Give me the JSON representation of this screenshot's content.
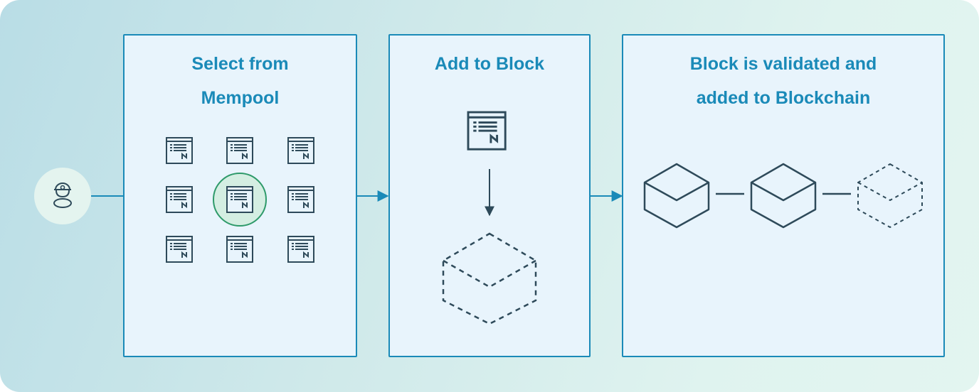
{
  "colors": {
    "accent": "#1a8ab8",
    "icon_stroke": "#2e4a5a",
    "highlight": "#2e9a6a",
    "panel_fill": "#e8f4fc"
  },
  "user": {
    "icon": "miner-user-icon"
  },
  "steps": [
    {
      "title_line1": "Select from",
      "title_line2": "Mempool"
    },
    {
      "title_line1": "Add to Block",
      "title_line2": ""
    },
    {
      "title_line1": "Block is validated and",
      "title_line2": "added to Blockchain"
    }
  ],
  "mempool": {
    "transaction_icon": "transaction-document-icon",
    "count": 9,
    "selected_index": 4
  },
  "chain": {
    "block_icon": "block-cube-icon",
    "pending_block_icon": "pending-block-cube-icon"
  }
}
